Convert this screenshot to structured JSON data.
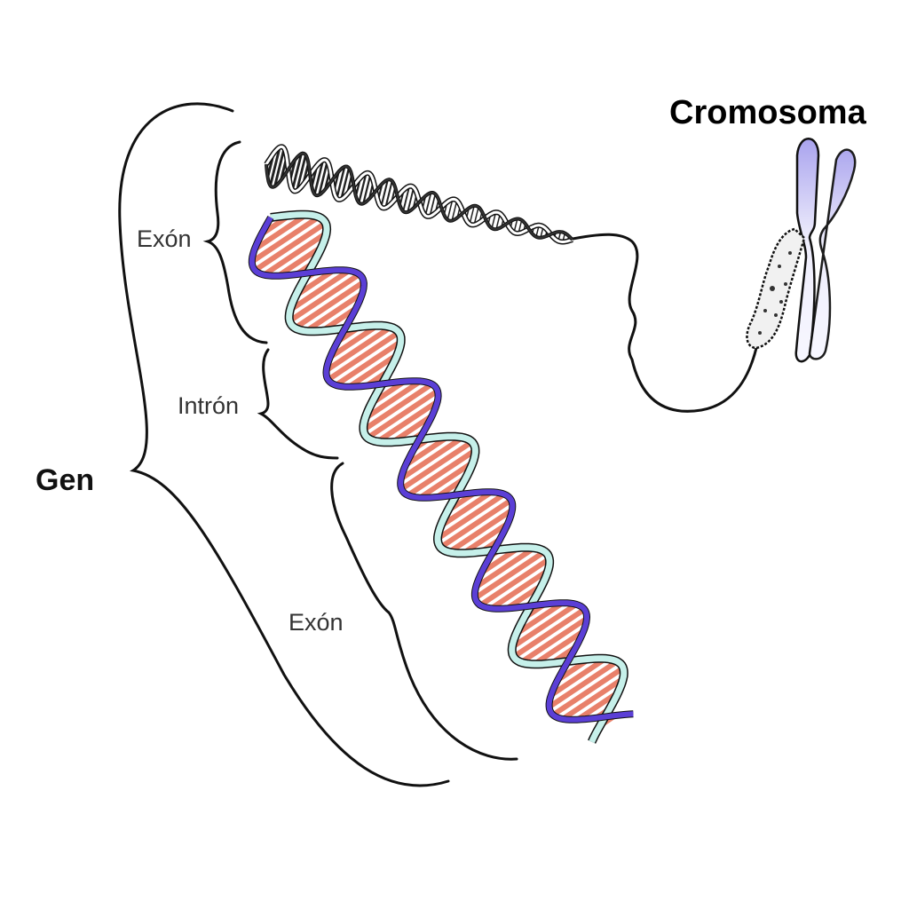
{
  "labels": {
    "chromosome": "Cromosoma",
    "gene": "Gen",
    "exon_top": "Exón",
    "intron": "Intrón",
    "exon_bottom": "Exón"
  },
  "colors": {
    "strand_a": "#5b3fd6",
    "strand_b": "#c6f0ea",
    "base_pair": "#e8806a",
    "chromosome_fill": "#b9b4f0",
    "outline": "#111111"
  }
}
